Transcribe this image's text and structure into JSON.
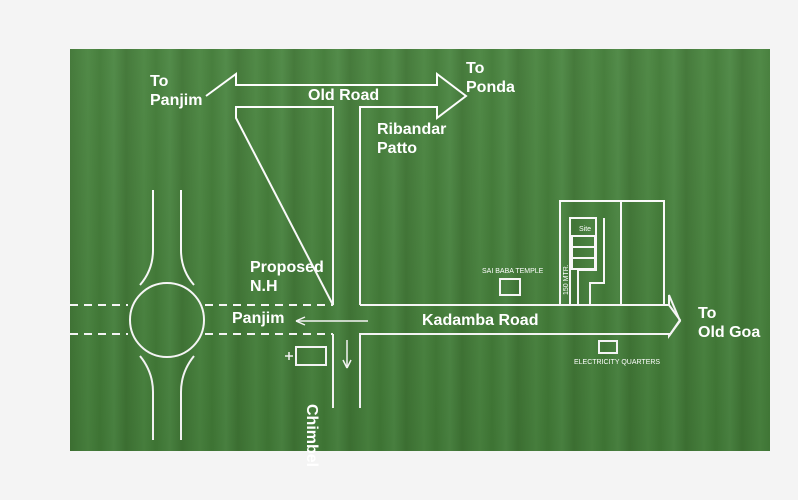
{
  "labels": {
    "to_panjim_1": "To",
    "to_panjim_2": "Panjim",
    "old_road": "Old Road",
    "to_ponda_1": "To",
    "to_ponda_2": "Ponda",
    "ribandar_1": "Ribandar",
    "ribandar_2": "Patto",
    "proposed_1": "Proposed",
    "proposed_2": "N.H",
    "panjim": "Panjim",
    "kadamba_road": "Kadamba Road",
    "to_old_goa_1": "To",
    "to_old_goa_2": "Old Goa",
    "chimbel": "Chimbel",
    "sai_baba_temple": "SAI BABA TEMPLE",
    "site": "Site",
    "distance": "150 MTR.",
    "electricity_quarters": "ELECTRICITY QUARTERS"
  },
  "colors": {
    "background": "#4a8540",
    "lines": "#ffffff"
  }
}
